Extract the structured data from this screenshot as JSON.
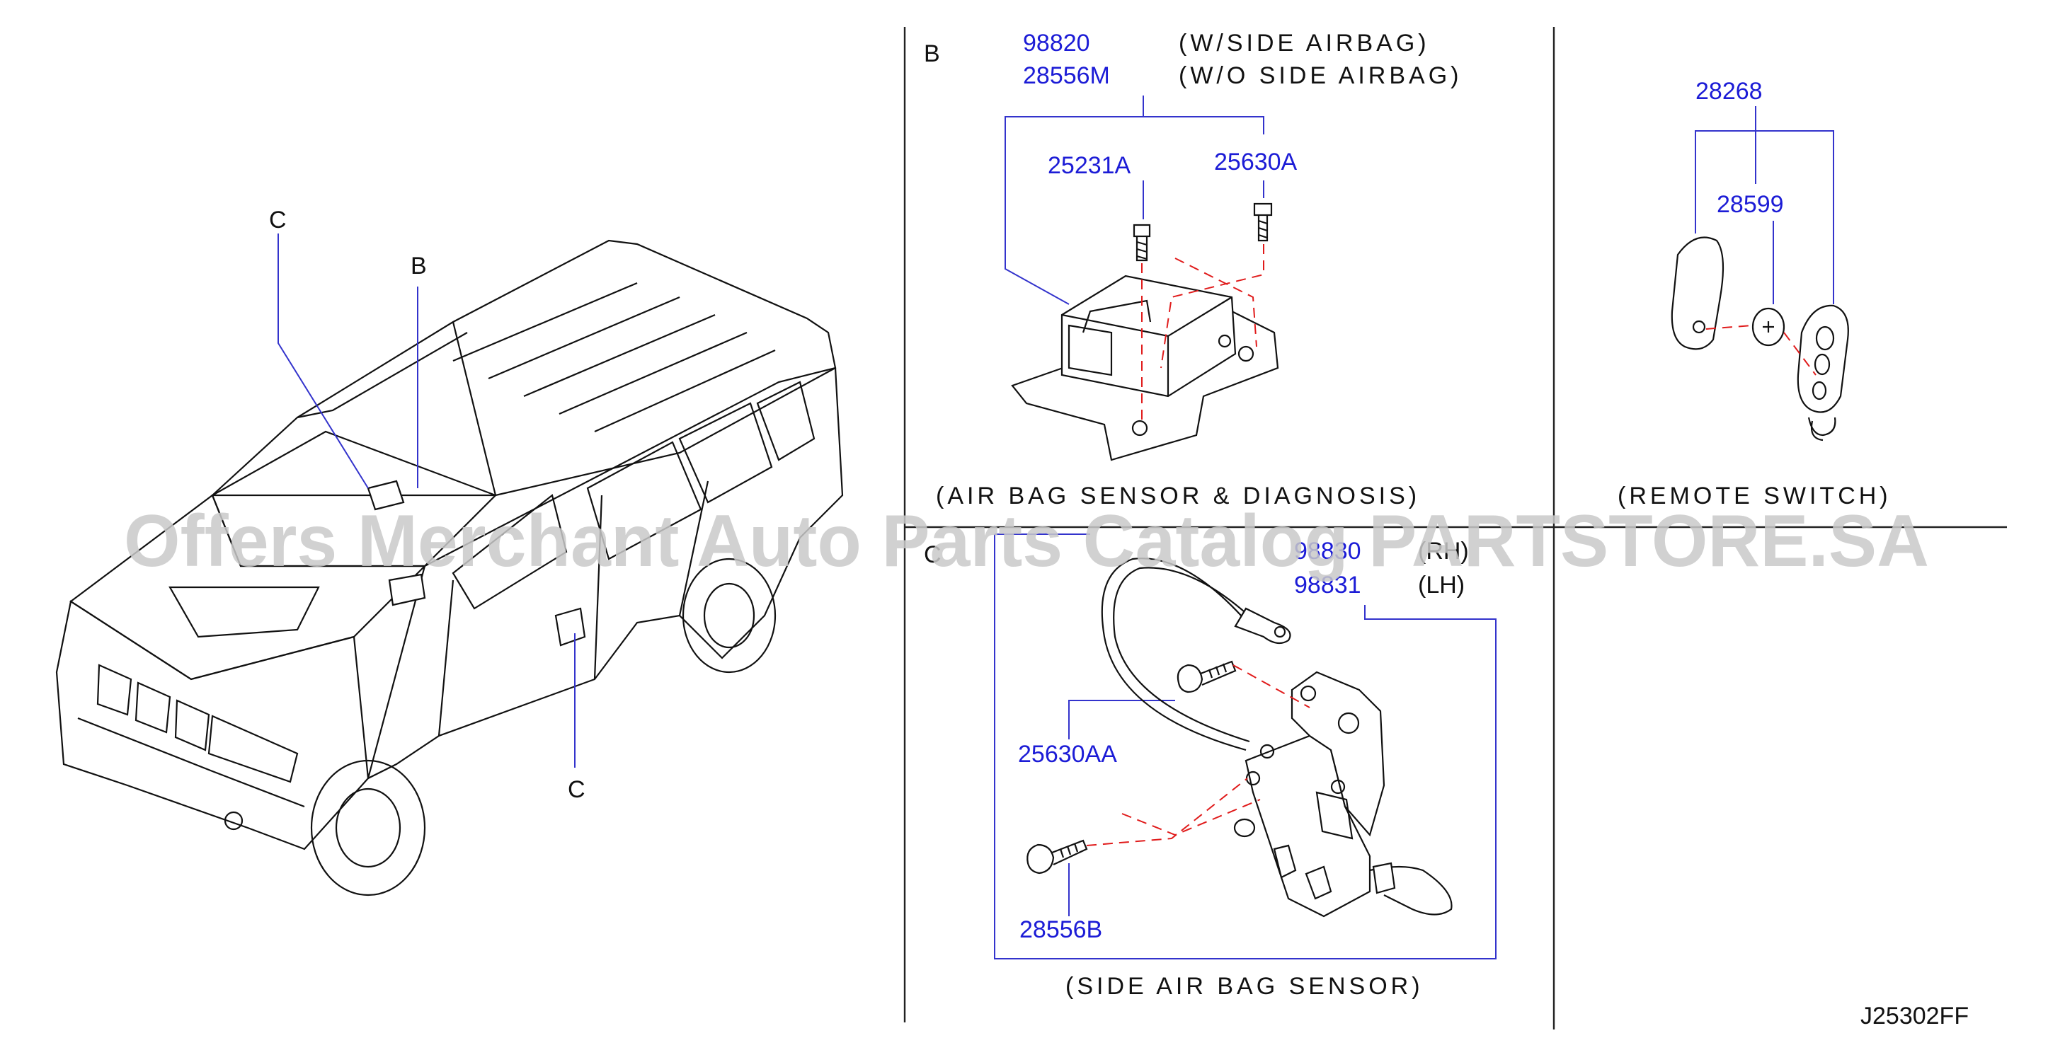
{
  "labels": {
    "vehicle_c_top": "C",
    "vehicle_b": "B",
    "vehicle_c_bottom": "C",
    "section_b": "B",
    "section_c": "C",
    "diagram_code": "J25302FF"
  },
  "section_b": {
    "part_98820": "98820",
    "note_98820": "(W/SIDE  AIRBAG)",
    "part_28556M": "28556M",
    "note_28556M": "(W/O  SIDE  AIRBAG)",
    "part_25231A": "25231A",
    "part_25630A": "25630A",
    "caption": "(AIR  BAG  SENSOR  &  DIAGNOSIS)"
  },
  "section_remote": {
    "part_28268": "28268",
    "part_28599": "28599",
    "caption": "(REMOTE  SWITCH)"
  },
  "section_c": {
    "part_98830": "98830",
    "note_rh": "(RH)",
    "part_98831": "98831",
    "note_lh": "(LH)",
    "part_25630AA": "25630AA",
    "part_28556B": "28556B",
    "caption": "(SIDE  AIR  BAG  SENSOR)"
  },
  "watermark": "Offers Merchant Auto Parts Catalog PARTSTORE.SA",
  "colors": {
    "part_number": "#1c1cd6",
    "leader_line": "#3333cc",
    "dashed_guide": "#e01b1b",
    "drawing": "#111111"
  }
}
